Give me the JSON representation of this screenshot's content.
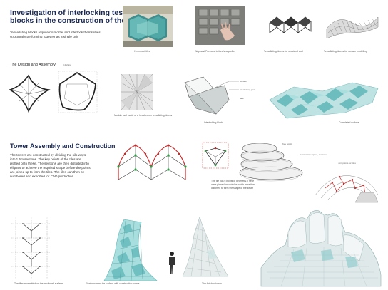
{
  "header": {
    "title_line1": "Investigation of interlocking tessellating",
    "title_line2": "blocks in the construction of the towers.",
    "intro_line1": "Tessellating blocks require no mortar and interlock themselves",
    "intro_line2": "structurally performing together as a single unit"
  },
  "row1_captions": {
    "photo1": "Hmmmset tiles",
    "photo2": "Wapmast    Pressure to tiles/sea profile",
    "render1": "Tessellating blocks for structural wall",
    "render2": "Tessellating blocks for surface modelling"
  },
  "design": {
    "heading": "The Design and Assembly",
    "dim_label": "0.2M Ext",
    "cap_module": "Module wall made of a hexahedron tessellating blocks",
    "cap_block": "Interlocking block",
    "cap_surface": "Completed surface",
    "lbl_surface": "surface",
    "lbl_joint": "interlocking joint",
    "lbl_face": "face"
  },
  "tower": {
    "heading": "Tower Assembly and Construction",
    "body": [
      "The towers are constructed by dividing the silo ways",
      "into 1.5m sections. The key points of the tiles are",
      "plotted onto these. The sections are then distorted into",
      "ellipses to achieve the required shape before the points",
      "are joined up to form the tiles. The tiles can then be",
      "numbered and exported for CAD production."
    ],
    "lbl_key_point": "Key points",
    "lbl_ellipse": "Concentric ellipses, sections",
    "lbl_joined": "Join points for tiles",
    "note": [
      "The tile has 6 points of geometry. These",
      "were pinned onto circles which were then",
      "distorted to form the shape of the tower"
    ]
  },
  "bottom": {
    "cap_left": "The tiles assembled on the sectioned surface",
    "cap_tower": "Final rendered tile surface with construction points",
    "cap_ext": "The finished tower"
  },
  "colors": {
    "teal": "#5fb6b8",
    "teal_light": "#a9dede",
    "grey_render": "#cfd6d8",
    "navy": "#1b2a55",
    "red": "#c62828",
    "green": "#2e9e46"
  },
  "icons": [
    "photo",
    "tessellation-render",
    "block-diagram"
  ]
}
